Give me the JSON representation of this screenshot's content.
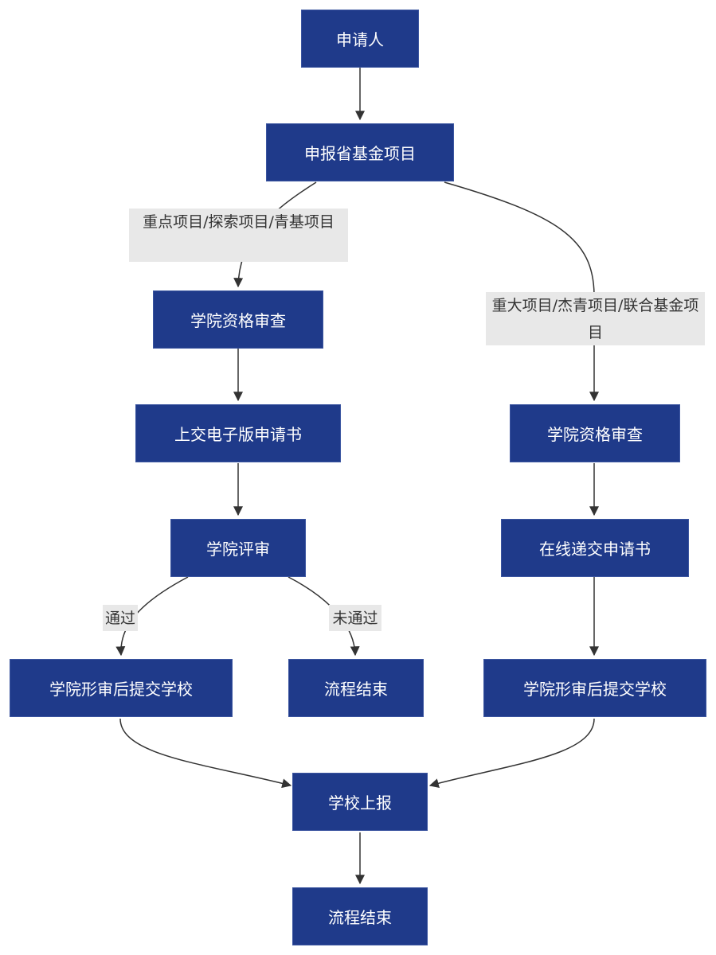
{
  "diagram": {
    "type": "flowchart",
    "colors": {
      "node_fill": "#1f3a8a",
      "node_text": "#ffffff",
      "edge": "#333333",
      "edge_label_bg": "#e8e8e8"
    },
    "nodes": [
      {
        "id": "applicant",
        "label": "申请人"
      },
      {
        "id": "apply",
        "label": "申报省基金项目"
      },
      {
        "id": "review_l",
        "label": "学院资格审查"
      },
      {
        "id": "submit_e",
        "label": "上交电子版申请书"
      },
      {
        "id": "college_review",
        "label": "学院评审"
      },
      {
        "id": "form_review_l",
        "label": "学院形审后提交学校"
      },
      {
        "id": "end_mid",
        "label": "流程结束"
      },
      {
        "id": "review_r",
        "label": "学院资格审查"
      },
      {
        "id": "online_submit",
        "label": "在线递交申请书"
      },
      {
        "id": "form_review_r",
        "label": "学院形审后提交学校"
      },
      {
        "id": "school_report",
        "label": "学校上报"
      },
      {
        "id": "end_final",
        "label": "流程结束"
      }
    ],
    "edge_labels": {
      "left_branch": "重点项目/探索项目/青基项目",
      "right_branch": "重大项目/杰青项目/联合基金项目",
      "pass": "通过",
      "fail": "未通过"
    }
  }
}
